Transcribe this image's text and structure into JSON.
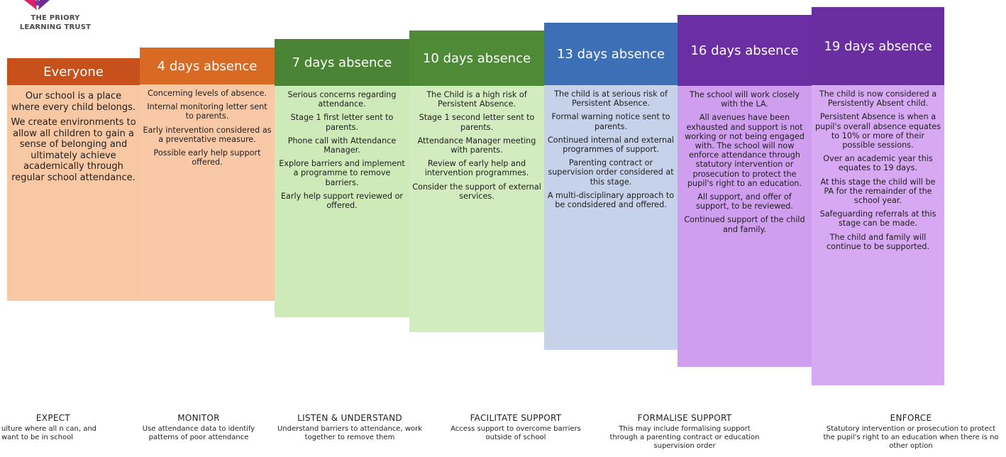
{
  "logo": {
    "line1": "THE PRIORY",
    "line2": "LEARNING TRUST",
    "colors": [
      "#e01f6e",
      "#6b2d8f"
    ]
  },
  "stages": [
    {
      "title": "Everyone",
      "head_color": "#c8501a",
      "body_color": "#f8c7a4",
      "paragraphs": [
        "Our school  is a place where every child belongs.",
        "We create environments to allow all children to gain a sense of belonging and ultimately achieve academically through regular school attendance."
      ]
    },
    {
      "title": "4 days absence",
      "head_color": "#d86a24",
      "body_color": "#f9c8a6",
      "paragraphs": [
        "Concerning levels of absence.",
        "Internal monitoring letter sent to parents.",
        "Early intervention considered as a preventative measure.",
        "Possible early help support offered."
      ]
    },
    {
      "title": "7 days absence",
      "head_color": "#4b8434",
      "body_color": "#cdeab8",
      "paragraphs": [
        "Serious concerns regarding attendance.",
        "Stage 1 first letter sent to parents.",
        "Phone call with Attendance Manager.",
        "Explore barriers and implement a programme to remove barriers.",
        "Early help support reviewed or offered."
      ]
    },
    {
      "title": "10 days absence",
      "head_color": "#4f8a37",
      "body_color": "#d3ecbf",
      "paragraphs": [
        "The Child is a high risk of Persistent Absence.",
        "Stage 1 second letter sent to parents.",
        "Attendance Manager meeting with parents.",
        "Review of early help and intervention programmes.",
        "Consider the support of external services."
      ]
    },
    {
      "title": "13 days absence",
      "head_color": "#3d6fb6",
      "body_color": "#c6d2ea",
      "paragraphs": [
        "The child is at serious risk of Persistent Absence.",
        "Formal warning notice sent to parents.",
        "Continued internal and external programmes of support.",
        "Parenting contract or supervision order considered at this stage.",
        "A multi-disciplinary approach to be condsidered and offered."
      ]
    },
    {
      "title": "16 days absence",
      "head_color": "#6b2fa3",
      "body_color": "#cf9eef",
      "paragraphs": [
        "The school will work closely with the LA.",
        "All avenues have been exhausted and support is not working or not being engaged with.  The school will now enforce attendance through statutory intervention or prosecution to protect the pupil's right to an education.",
        "All support, and offer of support, to be reviewed.",
        "Continued support of the child and family."
      ]
    },
    {
      "title": "19 days absence",
      "head_color": "#6a2ea0",
      "body_color": "#d7a9f2",
      "paragraphs": [
        "The child is now considered a Persistently Absent child.",
        "Persistent Absence is when a pupil's overall absence equates to 10% or more of their possible sessions.",
        "Over an academic year this equates to 19 days.",
        "At this stage the child will be PA for the remainder of the school year.",
        "Safeguarding referrals at this stage can be made.",
        "The child and family will continue to be supported."
      ]
    }
  ],
  "principles": [
    {
      "title": "EXPECT",
      "desc": "ulture where all n can, and want to be in school"
    },
    {
      "title": "MONITOR",
      "desc": "Use attendance data to identify patterns of poor attendance"
    },
    {
      "title": "LISTEN & UNDERSTAND",
      "desc": "Understand barriers to attendance, work together to remove them"
    },
    {
      "title": "FACILITATE SUPPORT",
      "desc": "Access support to overcome barriers outside of school"
    },
    {
      "title": "FORMALISE SUPPORT",
      "desc": "This may include formalising support through a parenting contract or education supervision order"
    },
    {
      "title": "ENFORCE",
      "desc": "Statutory intervention or prosecution to protect the pupil's right to an education when there is no other option"
    }
  ]
}
